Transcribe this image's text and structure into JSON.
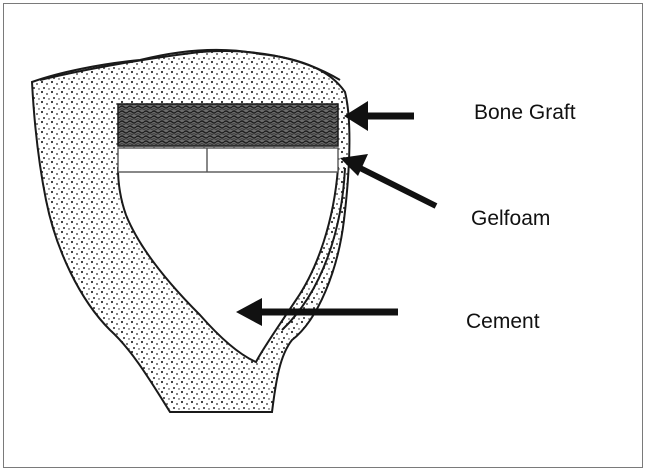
{
  "labels": {
    "bone_graft": "Bone Graft",
    "gelfoam": "Gelfoam",
    "cement": "Cement"
  },
  "colors": {
    "ink": "#1a1a1a",
    "stipple": "#2b2b2b",
    "graft_fill": "#3a3a3a",
    "gelfoam_line": "#555555",
    "frame": "#7a7a7a"
  }
}
